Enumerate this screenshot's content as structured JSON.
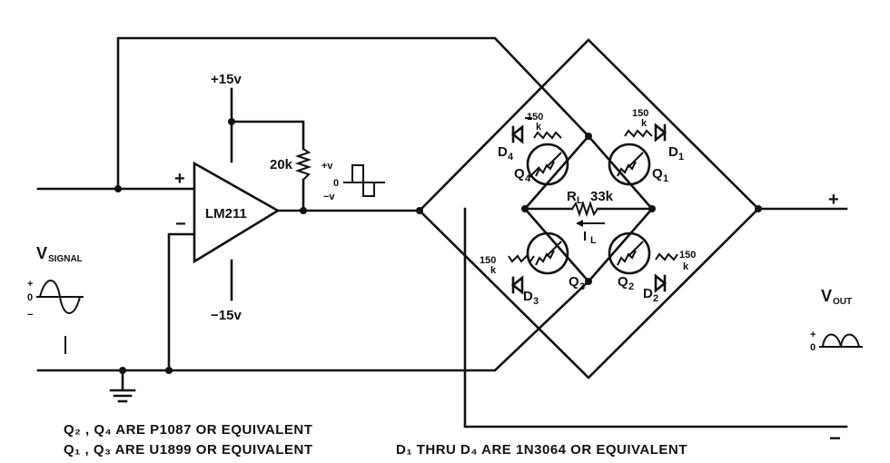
{
  "opamp": {
    "label": "LM211",
    "plus": "+",
    "minus": "−"
  },
  "supply": {
    "positive": "+15v",
    "negative": "−15v"
  },
  "feedback_resistor": "20k",
  "square_wave": {
    "high": "+v",
    "zero": "0",
    "low": "−v"
  },
  "input": {
    "label": "V",
    "label_sub": "SIGNAL",
    "plus": "+",
    "zero": "0",
    "minus": "−"
  },
  "output": {
    "label": "V",
    "label_sub": "OUT",
    "plus": "+",
    "minus": "−",
    "wave_plus": "+",
    "wave_zero": "0"
  },
  "bridge": {
    "q4": {
      "label": "Q",
      "sub": "4",
      "r": "150",
      "r_k": "k",
      "diode": "D",
      "diode_sub": "4"
    },
    "q1": {
      "label": "Q",
      "sub": "1",
      "r": "150",
      "r_k": "k",
      "diode": "D",
      "diode_sub": "1"
    },
    "q3": {
      "label": "Q",
      "sub": "3",
      "r": "150",
      "r_k": "k",
      "diode": "D",
      "diode_sub": "3"
    },
    "q2": {
      "label": "Q",
      "sub": "2",
      "r": "150",
      "r_k": "k",
      "diode": "D",
      "diode_sub": "2"
    },
    "load_resistor": {
      "label": "R",
      "label_sub": "L",
      "value": "33k"
    },
    "load_current": {
      "label": "I",
      "label_sub": "L"
    }
  },
  "notes": {
    "line1": "Q₂ , Q₄  ARE  P1087  OR  EQUIVALENT",
    "line2": "Q₁ , Q₃  ARE  U1899  OR  EQUIVALENT",
    "line3": "D₁ THRU  D₄  ARE  1N3064  OR  EQUIVALENT"
  }
}
